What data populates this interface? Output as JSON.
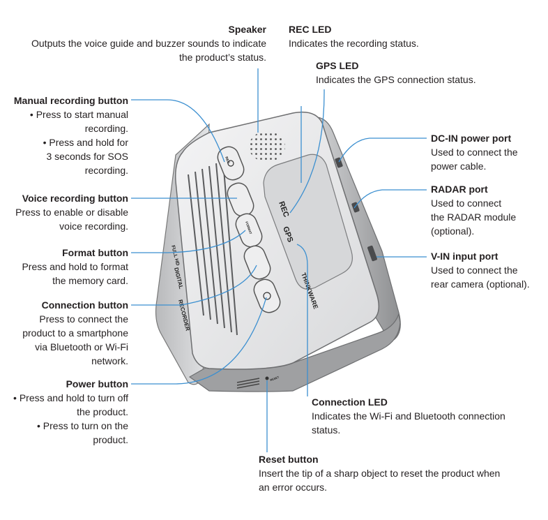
{
  "device": {
    "rec_led_text": "REC",
    "gps_led_text": "GPS",
    "brand_text": "THINKWARE",
    "side_text_a": "DIGITAL",
    "side_text_b": "RECORDER",
    "badge_text": "FULL HD",
    "rec_button_text": "REC",
    "format_button_text": "FORMAT",
    "reset_text": "RESET"
  },
  "callouts": [
    {
      "id": "speaker",
      "title": "Speaker",
      "desc": "Outputs the voice guide and buzzer sounds to indicate\nthe product’s status."
    },
    {
      "id": "rec-led",
      "title": "REC LED",
      "desc": "Indicates the recording status."
    },
    {
      "id": "gps-led",
      "title": "GPS LED",
      "desc": "Indicates the GPS connection status."
    },
    {
      "id": "manual-recording-button",
      "title": "Manual recording button",
      "desc": "• Press to start manual\nrecording.\n• Press and hold for\n3 seconds for SOS\nrecording."
    },
    {
      "id": "voice-recording-button",
      "title": "Voice recording button",
      "desc": "Press to enable or disable\nvoice recording."
    },
    {
      "id": "format-button",
      "title": "Format button",
      "desc": "Press and hold to format\nthe memory card."
    },
    {
      "id": "connection-button",
      "title": "Connection button",
      "desc": "Press to connect the\nproduct to a smartphone\nvia Bluetooth or Wi-Fi\nnetwork."
    },
    {
      "id": "power-button",
      "title": "Power button",
      "desc": "• Press and hold to turn off\nthe product.\n• Press to turn on the\nproduct."
    },
    {
      "id": "dc-in-power-port",
      "title": "DC-IN power port",
      "desc": "Used to connect the\npower cable."
    },
    {
      "id": "radar-port",
      "title": "RADAR port",
      "desc": "Used to connect\nthe RADAR module\n(optional)."
    },
    {
      "id": "v-in-input-port",
      "title": "V-IN input port",
      "desc": "Used to connect the\nrear camera (optional)."
    },
    {
      "id": "connection-led",
      "title": "Connection LED",
      "desc": "Indicates the Wi-Fi and Bluetooth connection\nstatus."
    },
    {
      "id": "reset-button",
      "title": "Reset button",
      "desc": "Insert the tip of a sharp object to reset the product when\nan error occurs."
    }
  ],
  "colors": {
    "leader": "#3b8fd0",
    "body": "#e3e4e6",
    "body_dark": "#9a9b9d",
    "text": "#231f20"
  }
}
